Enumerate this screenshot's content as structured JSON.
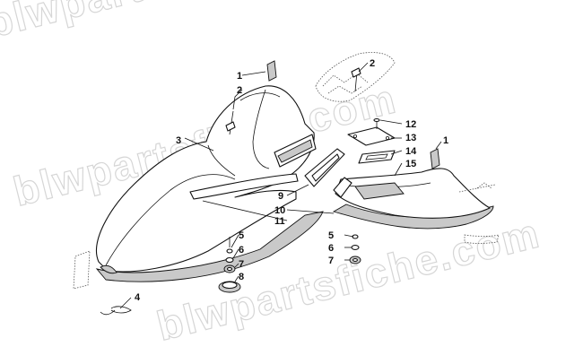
{
  "watermark": "blwpartsfiche.com",
  "callouts": {
    "c1a": "1",
    "c2a": "2",
    "c3": "3",
    "c4": "4",
    "c5a": "5",
    "c6a": "6",
    "c7a": "7",
    "c8": "8",
    "c9": "9",
    "c10": "10",
    "c11": "11",
    "c2b": "2",
    "c12": "12",
    "c13": "13",
    "c14": "14",
    "c15": "15",
    "c1b": "1",
    "c5b": "5",
    "c6b": "6",
    "c7b": "7"
  }
}
